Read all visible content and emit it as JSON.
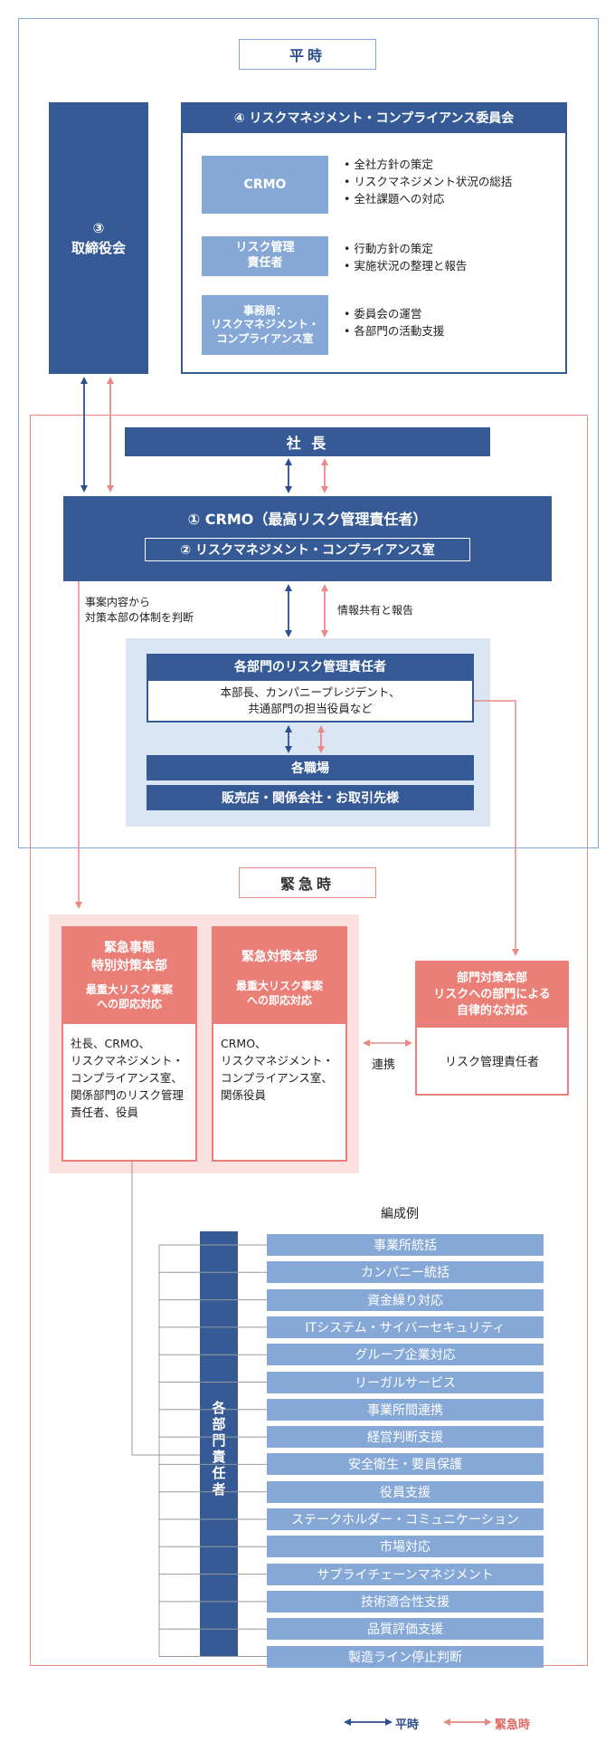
{
  "normal_label": "平時",
  "emergency_label": "緊急時",
  "board": {
    "num": "③",
    "label": "取締役会"
  },
  "committee": {
    "title": "④ リスクマネジメント・コンプライアンス委員会",
    "rows": [
      {
        "role": "CRMO",
        "duties": [
          "全社方針の策定",
          "リスクマネジメント状況の総括",
          "全社課題への対応"
        ]
      },
      {
        "role": "リスク管理\n責任者",
        "duties": [
          "行動方針の策定",
          "実施状況の整理と報告"
        ]
      },
      {
        "role": "事務局：\nリスクマネジメント・\nコンプライアンス室",
        "duties": [
          "委員会の運営",
          "各部門の活動支援"
        ]
      }
    ]
  },
  "president": "社 長",
  "crmo": {
    "line1": "① CRMO（最高リスク管理責任者）",
    "line2": "② リスクマネジメント・コンプライアンス室"
  },
  "note_left": "事案内容から\n対策本部の体制を判断",
  "note_right": "情報共有と報告",
  "dept": {
    "title": "各部門のリスク管理責任者",
    "detail": "本部長、カンパニープレジデント、\n共通部門の担当役員など",
    "workplace": "各職場",
    "partners": "販売店・関係会社・お取引先様"
  },
  "hq_special": {
    "title": "緊急事態\n特別対策本部",
    "sub": "最重大リスク事案\nへの即応対応",
    "members": "社長、CRMO、\nリスクマネジメント・\nコンプライアンス室、\n関係部門のリスク管理\n責任者、役員"
  },
  "hq_emergency": {
    "title": "緊急対策本部",
    "sub": "最重大リスク事案\nへの即応対応",
    "members": "CRMO、\nリスクマネジメント・\nコンプライアンス室、\n関係役員"
  },
  "link_label": "連携",
  "hq_dept": {
    "title": "部門対策本部\nリスクへの部門による\n自律的な対応",
    "members": "リスク管理責任者"
  },
  "example_label": "編成例",
  "dept_heads": "各部門責任者",
  "functions": [
    "事業所統括",
    "カンパニー統括",
    "資金繰り対応",
    "ITシステム・サイバーセキュリティ",
    "グループ企業対応",
    "リーガルサービス",
    "事業所間連携",
    "経営判断支援",
    "安全衛生・要員保護",
    "役員支援",
    "ステークホルダー・コミュニケーション",
    "市場対応",
    "サプライチェーンマネジメント",
    "技術適合性支援",
    "品質評価支援",
    "製造ライン停止判断"
  ],
  "legend": {
    "normal": "平時",
    "emergency": "緊急時"
  },
  "colors": {
    "navy": "#355a96",
    "light_blue": "#86a8d6",
    "salmon": "#ea7f78",
    "frame_blue": "#7fa7d9",
    "frame_red": "#e88a86"
  }
}
